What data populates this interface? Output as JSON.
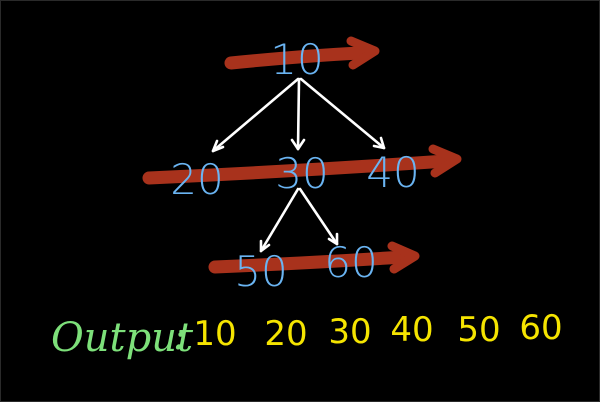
{
  "tree": {
    "root": "10",
    "level1": [
      "20",
      "30",
      "40"
    ],
    "level2": [
      "50",
      "60"
    ]
  },
  "output": {
    "label": "Output",
    "separator": ":",
    "values": [
      "10",
      "20",
      "30",
      "40",
      "50",
      "60"
    ]
  },
  "colors": {
    "background": "#000000",
    "node_text": "#6ab4f2",
    "edge": "#ffffff",
    "level_arrow": "#a8321c",
    "output_label": "#7de07a",
    "output_values": "#f5e400"
  }
}
